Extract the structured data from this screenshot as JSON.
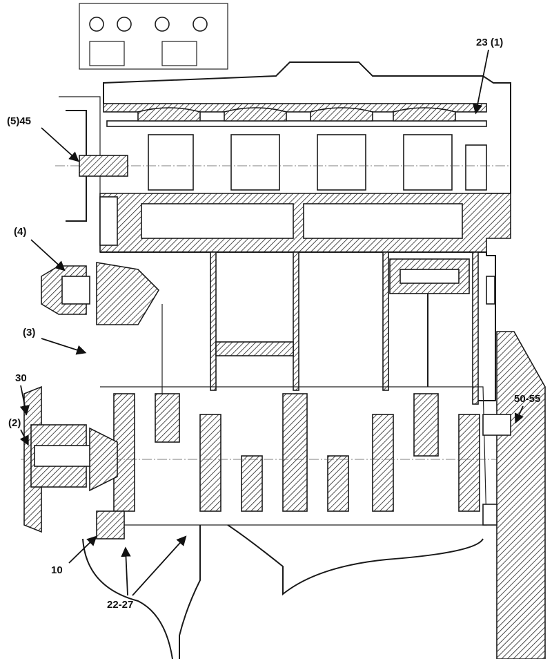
{
  "diagram": {
    "type": "engine-longitudinal-section",
    "callouts": [
      {
        "id": "c1",
        "text": "23 (1)"
      },
      {
        "id": "c2",
        "text": "(5)45"
      },
      {
        "id": "c3",
        "text": "(4)"
      },
      {
        "id": "c4",
        "text": "(3)"
      },
      {
        "id": "c5",
        "text": "30"
      },
      {
        "id": "c6",
        "text": "(2)"
      },
      {
        "id": "c7",
        "text": "10"
      },
      {
        "id": "c8",
        "text": "22-27"
      },
      {
        "id": "c9",
        "text": "50-55"
      }
    ]
  }
}
